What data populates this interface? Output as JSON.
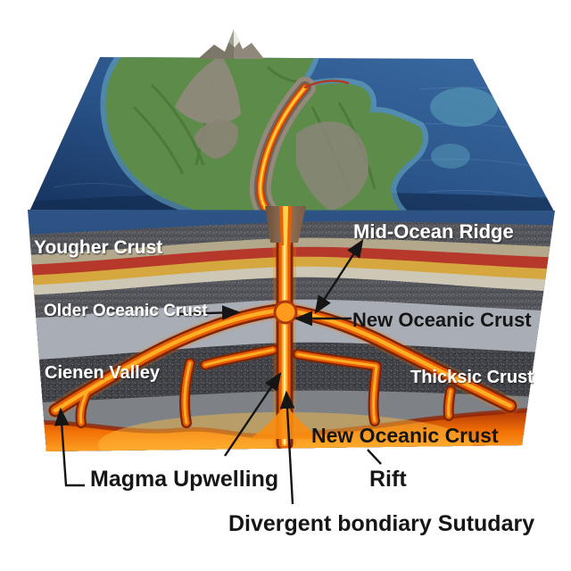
{
  "diagram": {
    "labels": {
      "younger_crust": "Yougher Crust",
      "mid_ocean_ridge": "Mid-Ocean Ridge",
      "older_oceanic_crust": "Older Oceanic Crust",
      "new_oceanic_crust_upper": "New Oceanic Crust",
      "rift_valley": "Cienen Valley",
      "thick_crust": "Thicksic Crust",
      "new_oceanic_crust_lower": "New Oceanic Crust",
      "magma_upwelling": "Magma Upwelling",
      "rift": "Rift",
      "divergent_boundary": "Divergent bondiary Sutudary"
    },
    "palette": {
      "background": "#ffffff",
      "ocean_deep": "#1a3866",
      "ocean_mid": "#33639b",
      "ocean_shallow": "#6fb3c9",
      "island_green": "#5d8c4a",
      "rock_gray": "#8f897b",
      "magma_dark": "#8a2a08",
      "magma_bright": "#ff8a00",
      "magma_core": "#ffd34d",
      "layer_sediment": "#505156",
      "layer_tan": "#b3a78c",
      "layer_red": "#b6382a",
      "layer_yellow": "#d6a73e",
      "layer_cream": "#cdc7b5",
      "layer_light_gray": "#a9aeb6",
      "label_white": "#ffffff",
      "label_black": "#161616"
    }
  }
}
